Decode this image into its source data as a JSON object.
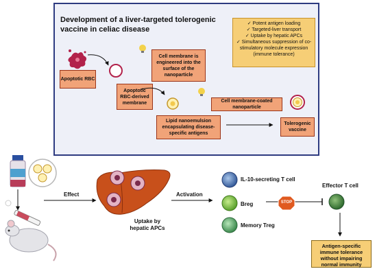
{
  "title": "Development of a liver-targeted tolerogenic vaccine in celiac disease",
  "features": [
    "✓ Potent antigen loading",
    "✓ Targeted-liver transport",
    "✓ Uptake by hepatic APCs",
    "✓ Simultaneous suppression of co-stimulatory molecule expression (immune tolerance)"
  ],
  "boxes": {
    "apoptotic_rbc": "Apoptotic RBC",
    "rbc_membrane": "Apoptotic RBC-derived membrane",
    "engineered": "Cell membrane is engineered into the surface of the nanoparticle",
    "lipid": "Lipid nanoemulsion encapsulating disease-specific antigens",
    "coated": "Cell membrane-coated nanoparticle",
    "vaccine": "Tolerogenic vaccine",
    "outcome": "Antigen-specific immune tolerance without impairing normal immunity"
  },
  "labels": {
    "effect": "Effect",
    "activation": "Activation",
    "uptake": "Uptake by hepatic APCs",
    "il10": "IL-10-secreting T cell",
    "breg": "Breg",
    "treg": "Memory Treg",
    "stop": "STOP",
    "effector": "Effector T cell"
  },
  "colors": {
    "panel_border": "#2d3a80",
    "panel_bg": "#eef0f8",
    "feature_box": "#f6ce76",
    "orange_box": "#f1a378",
    "liver": "#c8501b",
    "stop_sign": "#e05a20"
  }
}
